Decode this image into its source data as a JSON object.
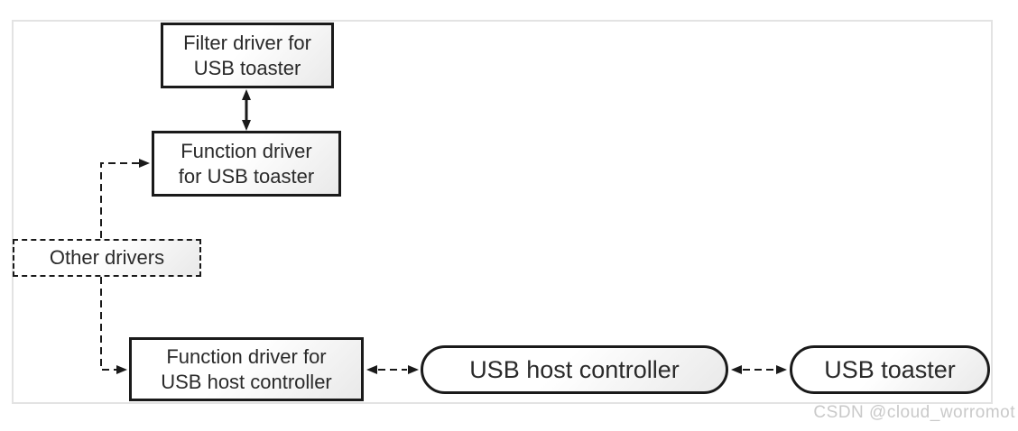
{
  "diagram": {
    "filter_driver": {
      "line1": "Filter driver for",
      "line2": "USB toaster"
    },
    "function_toaster": {
      "line1": "Function driver",
      "line2": "for USB toaster"
    },
    "other_drivers": {
      "label": "Other drivers"
    },
    "function_host": {
      "line1": "Function driver for",
      "line2": "USB host controller"
    },
    "usb_host_controller": {
      "label": "USB host controller"
    },
    "usb_toaster": {
      "label": "USB toaster"
    }
  },
  "watermark": {
    "text": "CSDN @cloud_worromot"
  },
  "colors": {
    "node_border": "#1a1a1a",
    "frame_border": "#e3e3e3",
    "watermark_text": "#c9c9c9",
    "node_fill_start": "#ffffff",
    "node_fill_end": "#e9e9e9"
  }
}
